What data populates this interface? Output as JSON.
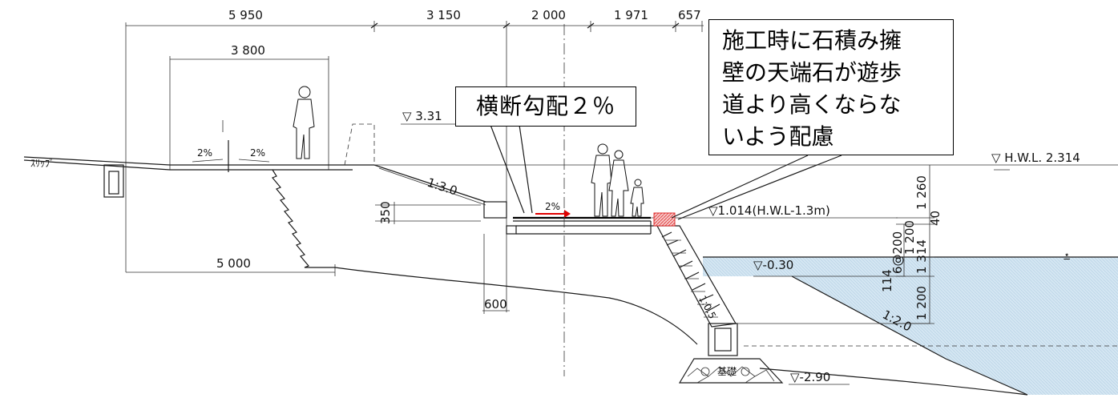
{
  "dimensions": {
    "top": [
      "5 950",
      "3 150",
      "2 000",
      "1 971",
      "657"
    ],
    "upper_span": "3 800",
    "lower_span": "5 000",
    "height_350": "350",
    "width_600": "600",
    "right_stack": [
      "1 260",
      "40",
      "1 314",
      "1 200",
      "1 200"
    ],
    "step_spacing": "6@200",
    "step_height": "114"
  },
  "levels": {
    "top_level": "▽ 3.31",
    "hwl": "▽ H.W.L. 2.314",
    "walkway": "▽1.014(H.W.L-1.3m)",
    "water": "▽-0.30",
    "bottom": "▽-2.90"
  },
  "slopes": {
    "upper_left": "1:3.0",
    "wall": "1:0.5",
    "water_bed": "1:2.0"
  },
  "gradients": {
    "left_a": "2%",
    "left_b": "2%",
    "walkway": "2%"
  },
  "misc": {
    "road_label": "ｽﾘｯﾌﾟ",
    "base_label": "基礎"
  },
  "callouts": {
    "cross_slope": "横断勾配２％",
    "note_lines": [
      "施工時に石積み擁",
      "壁の天端石が遊歩",
      "道より高くならな",
      "いよう配慮"
    ]
  },
  "colors": {
    "water": "#cfe3f0",
    "water_hatch": "#b9d4e8",
    "highlight": "#e03030",
    "arrow": "#e00000",
    "line": "#1a1a1a"
  }
}
